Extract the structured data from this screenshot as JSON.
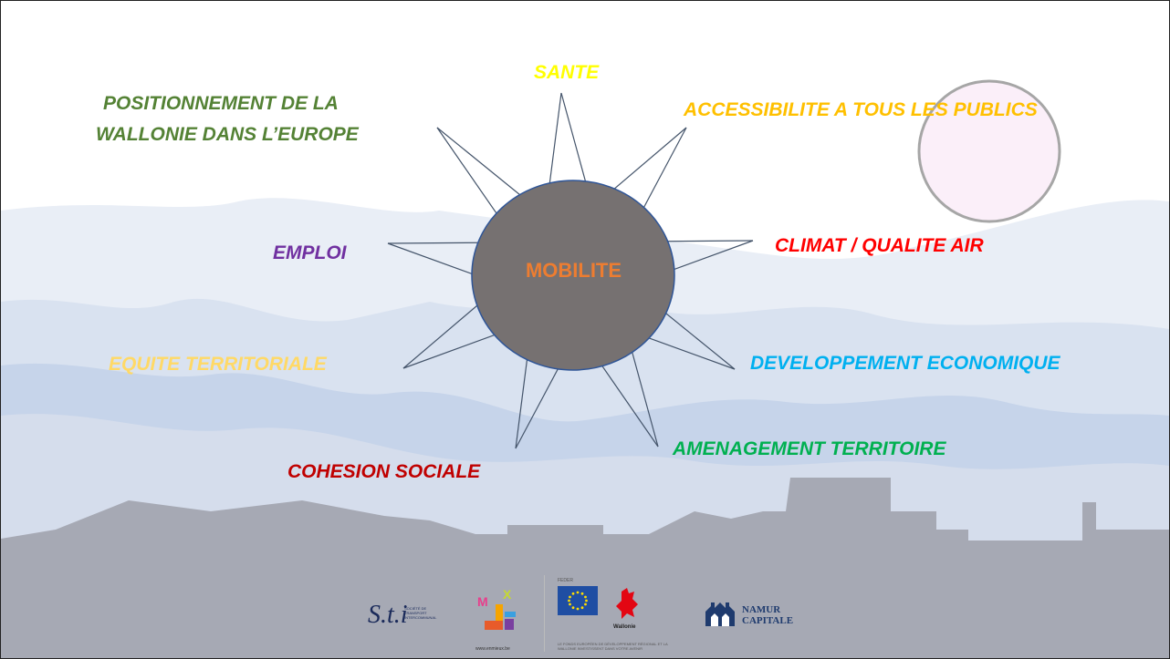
{
  "center": {
    "label": "MOBILITE",
    "fill": "#767171",
    "label_color": "#ed7d31"
  },
  "labels": {
    "sante": "SANTE",
    "positionnement_line1": "POSITIONNEMENT DE LA",
    "positionnement_line2": "WALLONIE DANS L’EUROPE",
    "accessibilite": "ACCESSIBILITE A TOUS LES PUBLICS",
    "emploi": "EMPLOI",
    "climat": "CLIMAT / QUALITE AIR",
    "equite": "EQUITE TERRITORIALE",
    "developpement": "DEVELOPPEMENT ECONOMIQUE",
    "amenagement": "AMENAGEMENT TERRITOIRE",
    "cohesion": "COHESION SOCIALE"
  },
  "colors": {
    "sante": "#ffff00",
    "positionnement": "#548235",
    "accessibilite": "#ffc000",
    "emploi": "#7030a0",
    "climat": "#ff0000",
    "equite": "#ffd966",
    "developpement": "#00b0f0",
    "amenagement": "#00b050",
    "cohesion": "#c00000",
    "star_stroke": "#44546a"
  },
  "logos": {
    "sti_mark": "S.t.i",
    "sti_caption": "SOCIÉTÉ DE TRANSPORT INTERCOMMUNAL",
    "mw_url": "www.enmieux.be",
    "feder_top": "FEDER",
    "feder_text": "LE FONDS EUROPÉEN DE DÉVELOPPEMENT RÉGIONAL ET LA WALLONIE INVESTISSENT DANS VOTRE AVENIR",
    "wallonie": "Wallonie",
    "namur_line1": "NAMUR",
    "namur_line2": "CAPITALE"
  }
}
